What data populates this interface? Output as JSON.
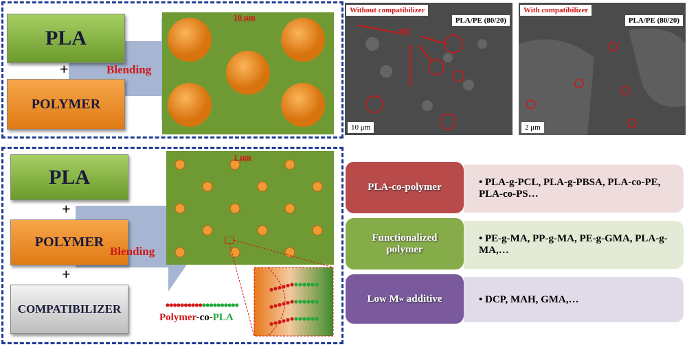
{
  "top_panel": {
    "pla": "PLA",
    "plus": "+",
    "polymer": "POLYMER",
    "blending": "Blending",
    "scale": "10 μm"
  },
  "bottom_panel": {
    "pla": "PLA",
    "plus1": "+",
    "polymer": "POLYMER",
    "plus2": "+",
    "compatibilizer": "COMPATIBILIZER",
    "blending": "Blending",
    "scale": "1 μm",
    "chain_label": {
      "part1": "Polymer",
      "part2": "-co-",
      "part3": "PLA"
    }
  },
  "sem_left": {
    "title": "Without compatibilizer",
    "sample": "PLA/PE  (80/20)",
    "pe_label": "PE",
    "scale": "10 μm"
  },
  "sem_right": {
    "title": "With compatibilizer",
    "sample": "PLA/PE  (80/20)",
    "scale": "2 μm"
  },
  "table": [
    {
      "category": "PLA-co-polymer",
      "examples": "• PLA-g-PCL, PLA-g-PBSA, PLA-co-PE, PLA-co-PS…",
      "color": "#b84a4a",
      "bg": "#efdcdc"
    },
    {
      "category": "Functionalized polymer",
      "examples": "• PE-g-MA, PP-g-MA, PE-g-GMA, PLA-g-MA,…",
      "color": "#86ac49",
      "bg": "#e3ebd6"
    },
    {
      "category_main": "Low M",
      "category_sub": "w",
      "category_rest": " additive",
      "examples": "• DCP, MAH, GMA,…",
      "color": "#7a5a9c",
      "bg": "#e1dbe9"
    }
  ]
}
